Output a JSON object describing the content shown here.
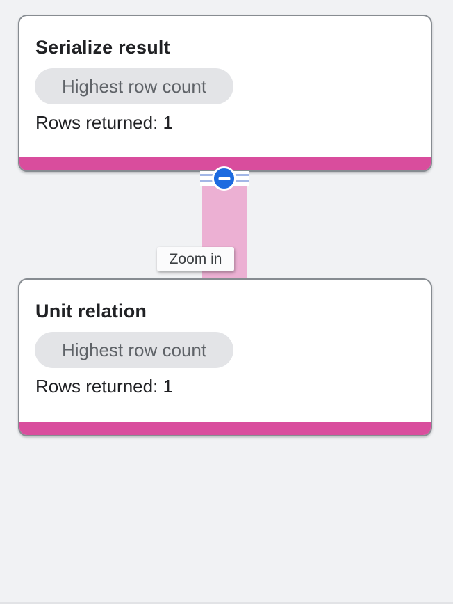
{
  "graph": {
    "nodes": [
      {
        "title": "Serialize result",
        "badge": "Highest row count",
        "rows": "Rows returned: 1"
      },
      {
        "title": "Unit relation",
        "badge": "Highest row count",
        "rows": "Rows returned: 1"
      }
    ],
    "tooltip": {
      "text": "Zoom in"
    },
    "icons": {
      "collapse": "minus-in-circle-icon"
    }
  },
  "colors": {
    "canvas_background": "#f1f2f4",
    "stage_accent": "#d94d9d",
    "edge_fill": "#ecb0d3",
    "collapse_button_blue": "#1d6be0",
    "band_stripe_blue": "#a3b7e6",
    "badge_background": "#e3e4e7",
    "badge_text": "#5f6368",
    "card_border": "#878c91",
    "title_text": "#202124",
    "tooltip_text": "#3c4043"
  }
}
